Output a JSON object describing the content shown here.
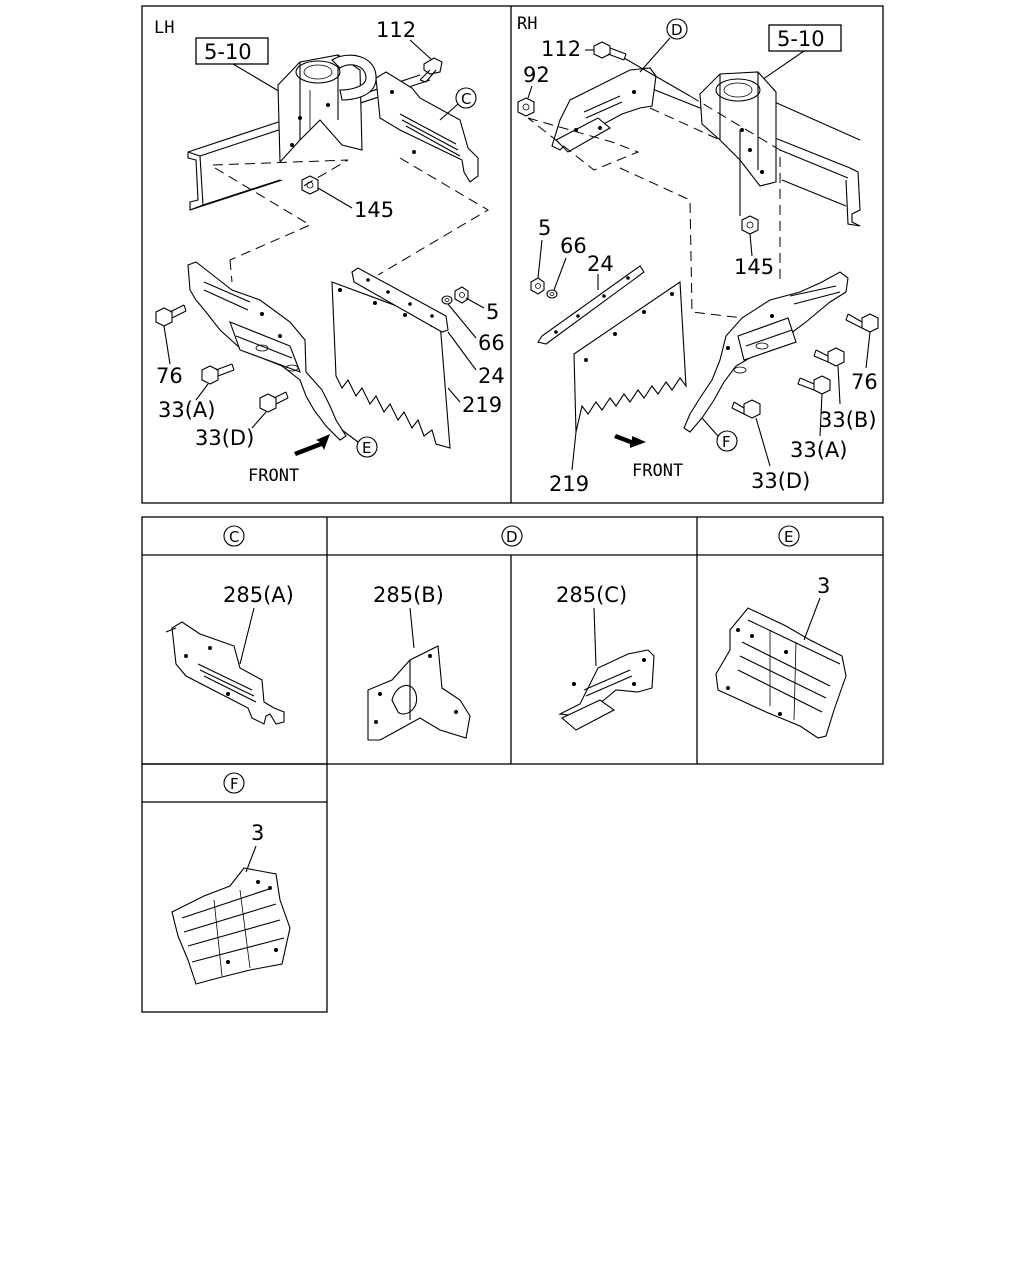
{
  "lh": {
    "side_label": "LH",
    "ref_box": "5-10",
    "front_label": "FRONT",
    "callouts": {
      "c112": "112",
      "c145": "145",
      "c5": "5",
      "c66": "66",
      "c24": "24",
      "c219": "219",
      "c76": "76",
      "c33a": "33(A)",
      "c33d": "33(D)"
    },
    "circles": {
      "c": "C",
      "e": "E"
    }
  },
  "rh": {
    "side_label": "RH",
    "ref_box": "5-10",
    "front_label": "FRONT",
    "callouts": {
      "c112": "112",
      "c92": "92",
      "c5": "5",
      "c66": "66",
      "c24": "24",
      "c145": "145",
      "c76": "76",
      "c33b": "33(B)",
      "c33a": "33(A)",
      "c33d": "33(D)",
      "c219": "219"
    },
    "circles": {
      "d": "D",
      "f": "F"
    }
  },
  "details": {
    "c": {
      "header": "C",
      "part": "285(A)"
    },
    "d": {
      "header": "D",
      "part_b": "285(B)",
      "part_c": "285(C)"
    },
    "e": {
      "header": "E",
      "part": "3"
    },
    "f": {
      "header": "F",
      "part": "3"
    }
  }
}
